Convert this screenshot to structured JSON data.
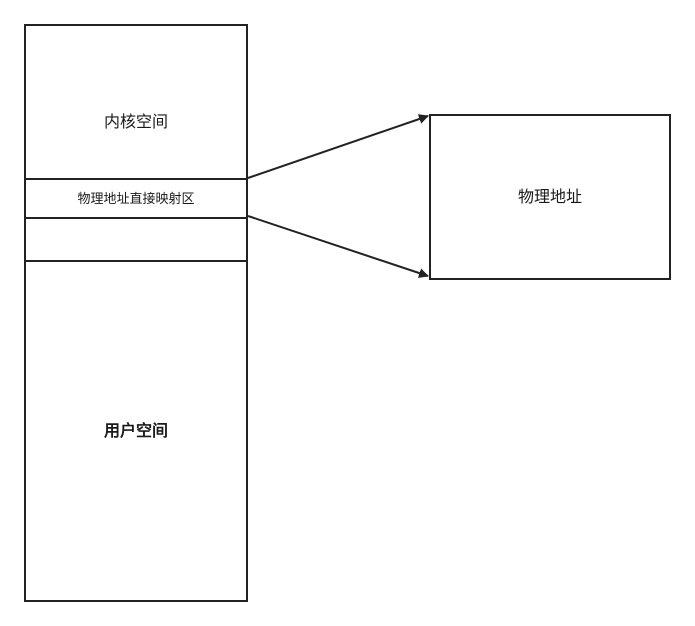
{
  "diagram": {
    "left_column": {
      "kernel_space_label": "内核空间",
      "direct_map_label": "物理地址直接映射区",
      "user_space_label": "用户空间"
    },
    "right_box": {
      "physical_address_label": "物理地址"
    },
    "colors": {
      "line": "#222222",
      "background": "#ffffff",
      "text": "#1a1a1a"
    }
  }
}
